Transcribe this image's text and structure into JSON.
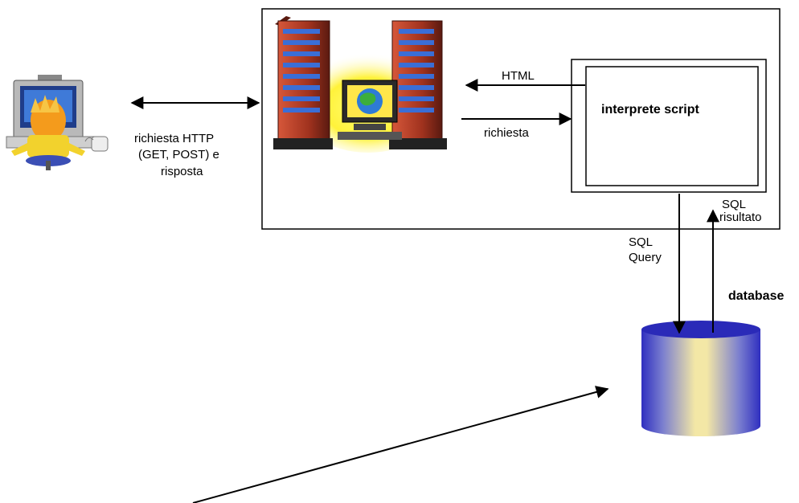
{
  "labels": {
    "request_http": "richiesta  HTTP",
    "get_post": "(GET, POST) e",
    "risposta": "risposta",
    "html": "HTML",
    "richiesta": "richiesta",
    "interpreter": "interprete script",
    "sql_result_1": "SQL",
    "sql_result_2": "risultato",
    "sql_query_1": "SQL",
    "sql_query_2": "Query",
    "database": "database"
  },
  "icons": {
    "client": "user-at-computer-icon",
    "server": "web-server-icon",
    "database": "database-cylinder-icon"
  },
  "colors": {
    "server_red": "#a0321e",
    "glow": "#fff23a",
    "db_blue": "#2f2fc0",
    "db_light": "#f3e7a6"
  }
}
